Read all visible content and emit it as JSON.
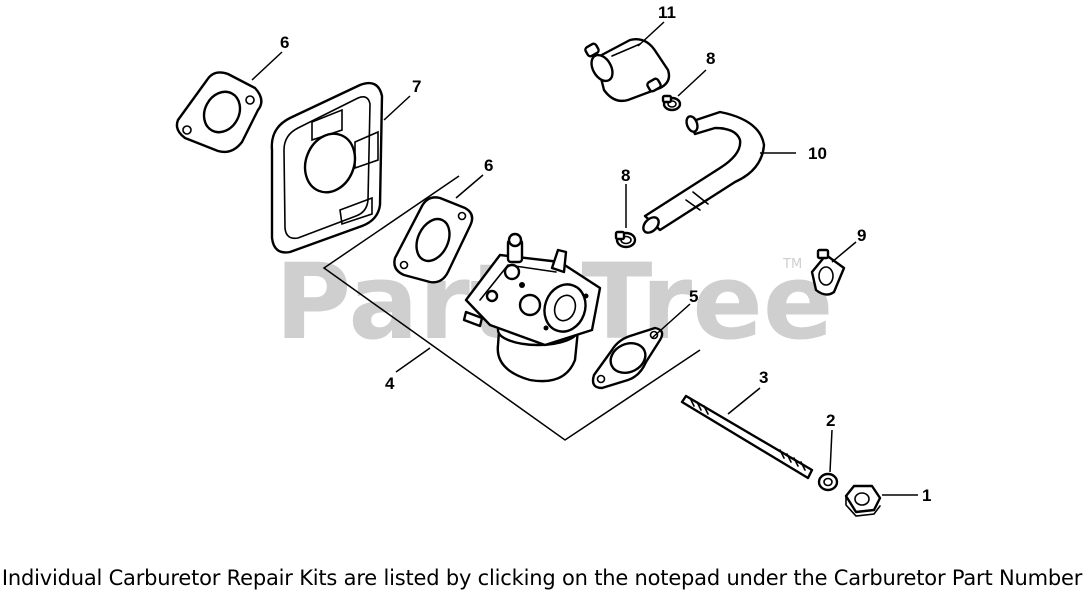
{
  "watermark": {
    "text": "PartsTree",
    "tm": "TM"
  },
  "callouts": {
    "p1": "1",
    "p2": "2",
    "p3": "3",
    "p4": "4",
    "p5": "5",
    "p6a": "6",
    "p6b": "6",
    "p7": "7",
    "p8a": "8",
    "p8b": "8",
    "p9": "9",
    "p10": "10",
    "p11": "11"
  },
  "footer": {
    "text": "Individual Carburetor Repair Kits are listed by clicking on the notepad under the Carburetor Part Number"
  }
}
